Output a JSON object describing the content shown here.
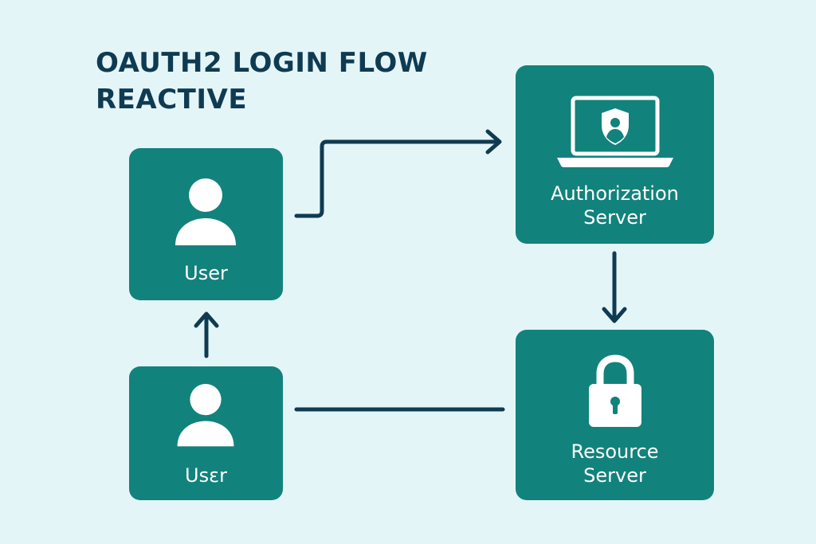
{
  "title": {
    "line1": "OAUTH2 LOGIN FLOW",
    "line2": "REACTIVE"
  },
  "colors": {
    "background": "#e4f5f8",
    "node_fill": "#12827c",
    "connector": "#0f3b52",
    "title_text": "#0f3b52",
    "node_text": "#ffffff"
  },
  "nodes": {
    "user_top": {
      "label": "User",
      "icon": "user-icon"
    },
    "user_bottom": {
      "label": "Usεr",
      "icon": "user-icon"
    },
    "authorization_server": {
      "label_line1": "Authorization",
      "label_line2": "Server",
      "icon": "laptop-shield-icon"
    },
    "resource_server": {
      "label_line1": "Resource",
      "label_line2": "Server",
      "icon": "padlock-icon"
    }
  },
  "edges": [
    {
      "from": "user_top",
      "to": "authorization_server",
      "arrow": "end"
    },
    {
      "from": "authorization_server",
      "to": "resource_server",
      "arrow": "end"
    },
    {
      "from": "resource_server",
      "to": "user_bottom",
      "arrow": "none"
    },
    {
      "from": "user_bottom",
      "to": "user_top",
      "arrow": "end"
    }
  ]
}
